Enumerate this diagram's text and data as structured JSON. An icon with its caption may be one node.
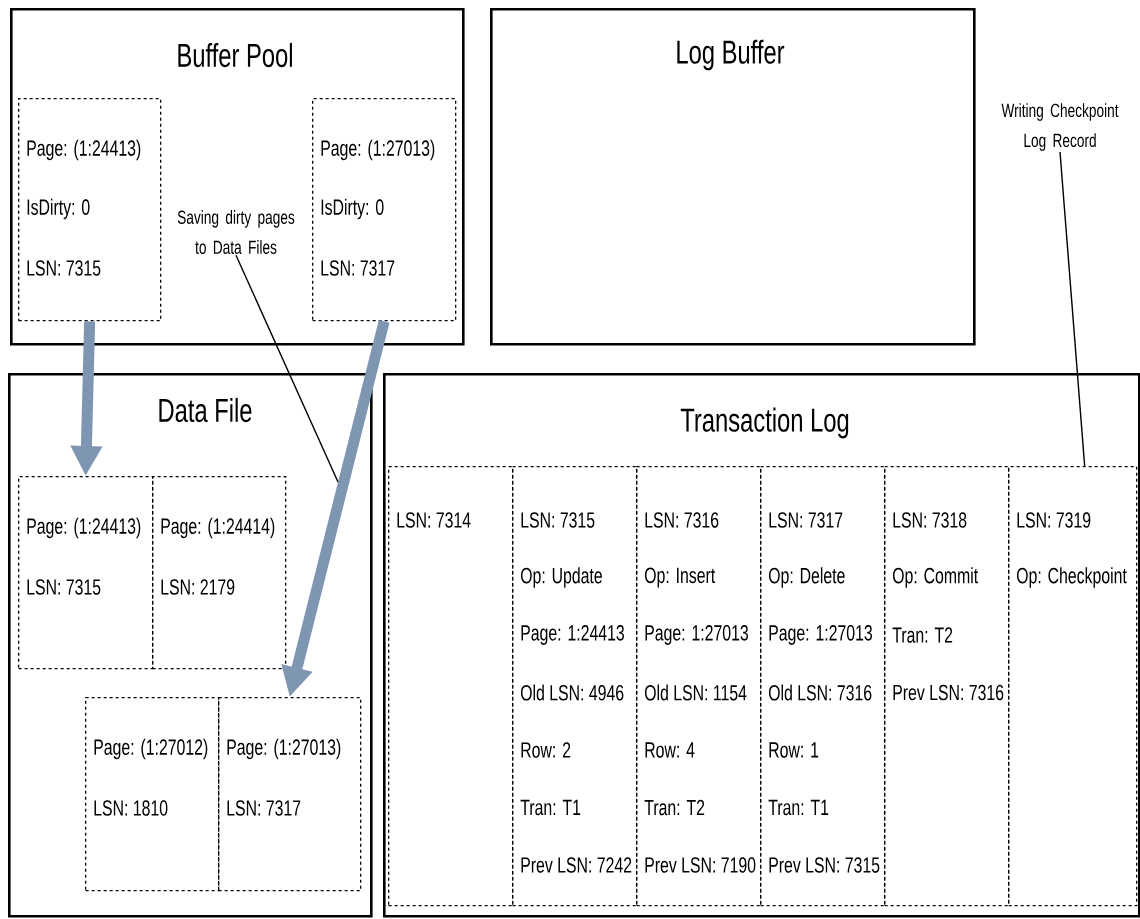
{
  "diagram": {
    "nodes": [
      {
        "text": [
          "Buffer Pool"
        ]
      },
      {
        "text": [
          "Page: (1:24413)",
          "IsDirty: 0",
          "LSN: 7315"
        ],
        "in": 0
      },
      {
        "text": [
          "Saving dirty pages to Data Files"
        ],
        "in": 0
      },
      {
        "text": [
          "Page: (1:27013)",
          "IsDirty: 0",
          "LSN: 7317"
        ],
        "in": 0
      },
      {
        "text": [
          "Log Buffer"
        ]
      },
      {
        "text": [
          "Writing Checkpoint Log Record"
        ]
      },
      {
        "text": [
          "Data File"
        ]
      },
      {
        "text": [
          "Page: (1:24413)",
          "LSN: 7315"
        ],
        "in": 6
      },
      {
        "text": [
          "Page: (1:24414)",
          "LSN: 2179"
        ],
        "in": 6
      },
      {
        "text": [
          "Page: (1:27012)",
          "LSN: 1810"
        ],
        "in": 6
      },
      {
        "text": [
          "Page: (1:27013)",
          "LSN: 7317"
        ],
        "in": 6
      },
      {
        "text": [
          "Transaction Log"
        ]
      },
      {
        "text": [
          "LSN: 7314"
        ],
        "in": 11
      },
      {
        "text": [
          "LSN: 7315",
          "Op: Update",
          "Page: 1:24413",
          "Old LSN: 4946",
          "Row: 2",
          "Tran: T1",
          "Prev LSN: 7242"
        ],
        "in": 11
      },
      {
        "text": [
          "LSN: 7316",
          "Op: Insert",
          "Page: 1:27013",
          "Old LSN: 1154",
          "Row: 4",
          "Tran: T2",
          "Prev LSN: 7190"
        ],
        "in": 11
      },
      {
        "text": [
          "LSN: 7317",
          "Op: Delete",
          "Page: 1:27013",
          "Old LSN: 7316",
          "Row: 1",
          "Tran: T1",
          "Prev LSN: 7315"
        ],
        "in": 11
      },
      {
        "text": [
          "LSN: 7318",
          "Op: Commit",
          "Tran: T2",
          "Prev LSN: 7316"
        ],
        "in": 11
      },
      {
        "text": [
          "LSN: 7319",
          "Op: Checkpoint"
        ],
        "in": 11
      }
    ],
    "edges": [
      {
        "from": 1,
        "to": 7,
        "arrow": "to",
        "style": "thick"
      },
      {
        "from": 3,
        "to": 10,
        "arrow": "to",
        "style": "thick"
      },
      {
        "from": 2,
        "to": null,
        "arrow": "none",
        "color": "#000000"
      },
      {
        "from": 5,
        "to": 17,
        "arrow": "none",
        "color": "#000000"
      }
    ]
  }
}
